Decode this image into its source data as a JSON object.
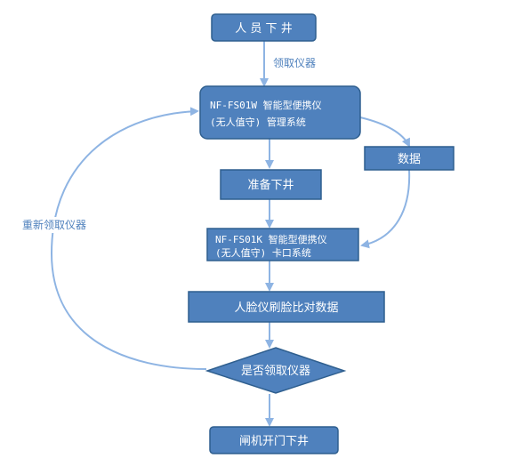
{
  "colors": {
    "node_fill": "#4f81bd",
    "node_stroke": "#2f5f8f",
    "arrow": "#8eb4e3",
    "label": "#4f81bd"
  },
  "nodes": {
    "personnel_down": {
      "label": "人 员 下 井"
    },
    "collect_label": "领取仪器",
    "mgmt_system": {
      "line1": "NF-FS01W 智能型便携仪",
      "line2": "(无人值守) 管理系统"
    },
    "data": {
      "label": "数据"
    },
    "prepare_down": {
      "label": "准备下井"
    },
    "checkpoint_system": {
      "line1": "NF-FS01K 智能型便携仪",
      "line2": "(无人值守) 卡口系统"
    },
    "face_compare": {
      "label": "人脸仪刷脸比对数据"
    },
    "decision": {
      "label": "是否领取仪器"
    },
    "gate_open": {
      "label": "闸机开门下井"
    },
    "recollect_label": "重新领取仪器"
  }
}
